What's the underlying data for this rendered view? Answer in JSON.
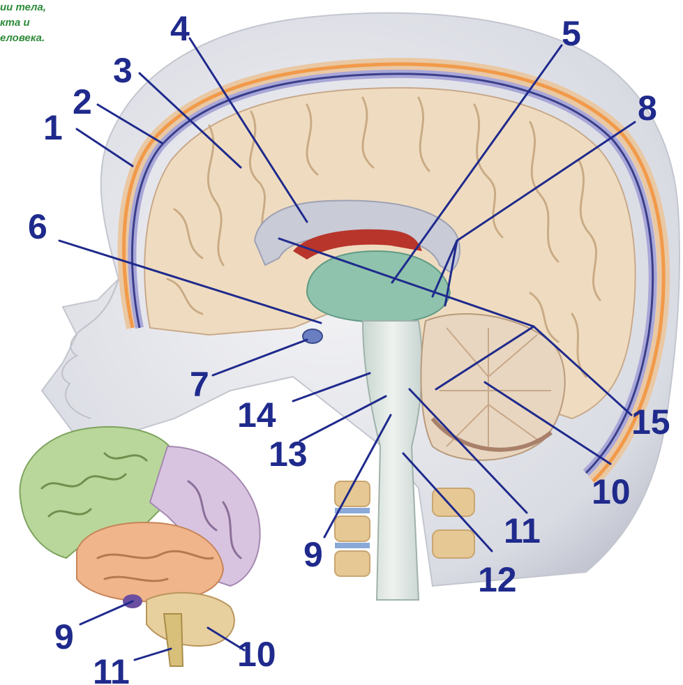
{
  "caption": {
    "lines": [
      "ии тела,",
      "кта и",
      "еловека."
    ]
  },
  "colors": {
    "label_blue": "#1f2a8c",
    "caption_green": "#2e8b3a",
    "frontal_lobe": "#b9d79a",
    "temporal_lobe": "#f0b58a",
    "parietal_lobe": "#d8c4e0",
    "cerebellum": "#e8cf9e"
  },
  "labels": {
    "main": [
      "1",
      "2",
      "3",
      "4",
      "5",
      "6",
      "7",
      "8",
      "9",
      "10",
      "11",
      "12",
      "13",
      "14",
      "15"
    ],
    "inset": [
      "9",
      "10",
      "11"
    ]
  }
}
